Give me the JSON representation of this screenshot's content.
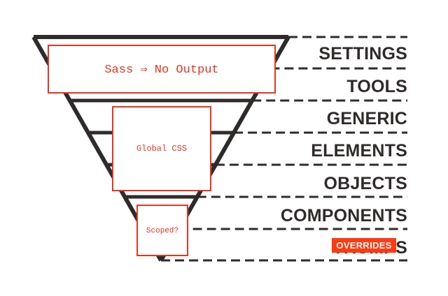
{
  "colors": {
    "ink": "#2f2b2a",
    "accent": "#e8341f",
    "badge": "#ff3a12"
  },
  "layers": [
    "SETTINGS",
    "TOOLS",
    "GENERIC",
    "ELEMENTS",
    "OBJECTS",
    "COMPONENTS",
    "TRUMPS"
  ],
  "boxes": {
    "sass": "Sass ⇒ No Output",
    "global": "Global CSS",
    "scoped": "Scoped?"
  },
  "badge": "OVERRIDES"
}
